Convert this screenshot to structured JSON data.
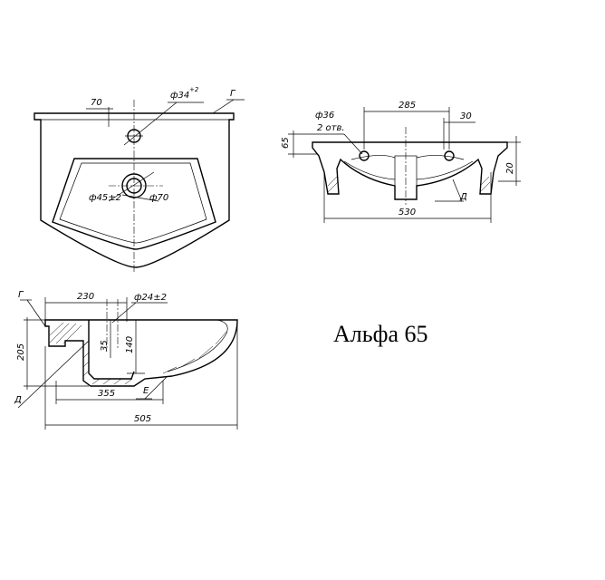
{
  "title": "Альфа 65",
  "top_view": {
    "dim_70": "70",
    "dim_tap_hole": "ф34",
    "dim_tap_hole_tol": "+2",
    "dim_drain": "ф45±2",
    "dim_drain_outer": "ф70",
    "label_g": "Г"
  },
  "front_view": {
    "dim_285": "285",
    "dim_30": "30",
    "dim_36": "ф36",
    "dim_holes": "2 отв.",
    "dim_65": "65",
    "dim_20": "20",
    "dim_530": "530",
    "label_d": "Д"
  },
  "side_view": {
    "label_g": "Г",
    "dim_230": "230",
    "dim_24": "ф24±2",
    "dim_205": "205",
    "dim_35": "35",
    "dim_140": "140",
    "dim_355": "355",
    "dim_505": "505",
    "label_d": "Д",
    "label_e": "Е"
  }
}
